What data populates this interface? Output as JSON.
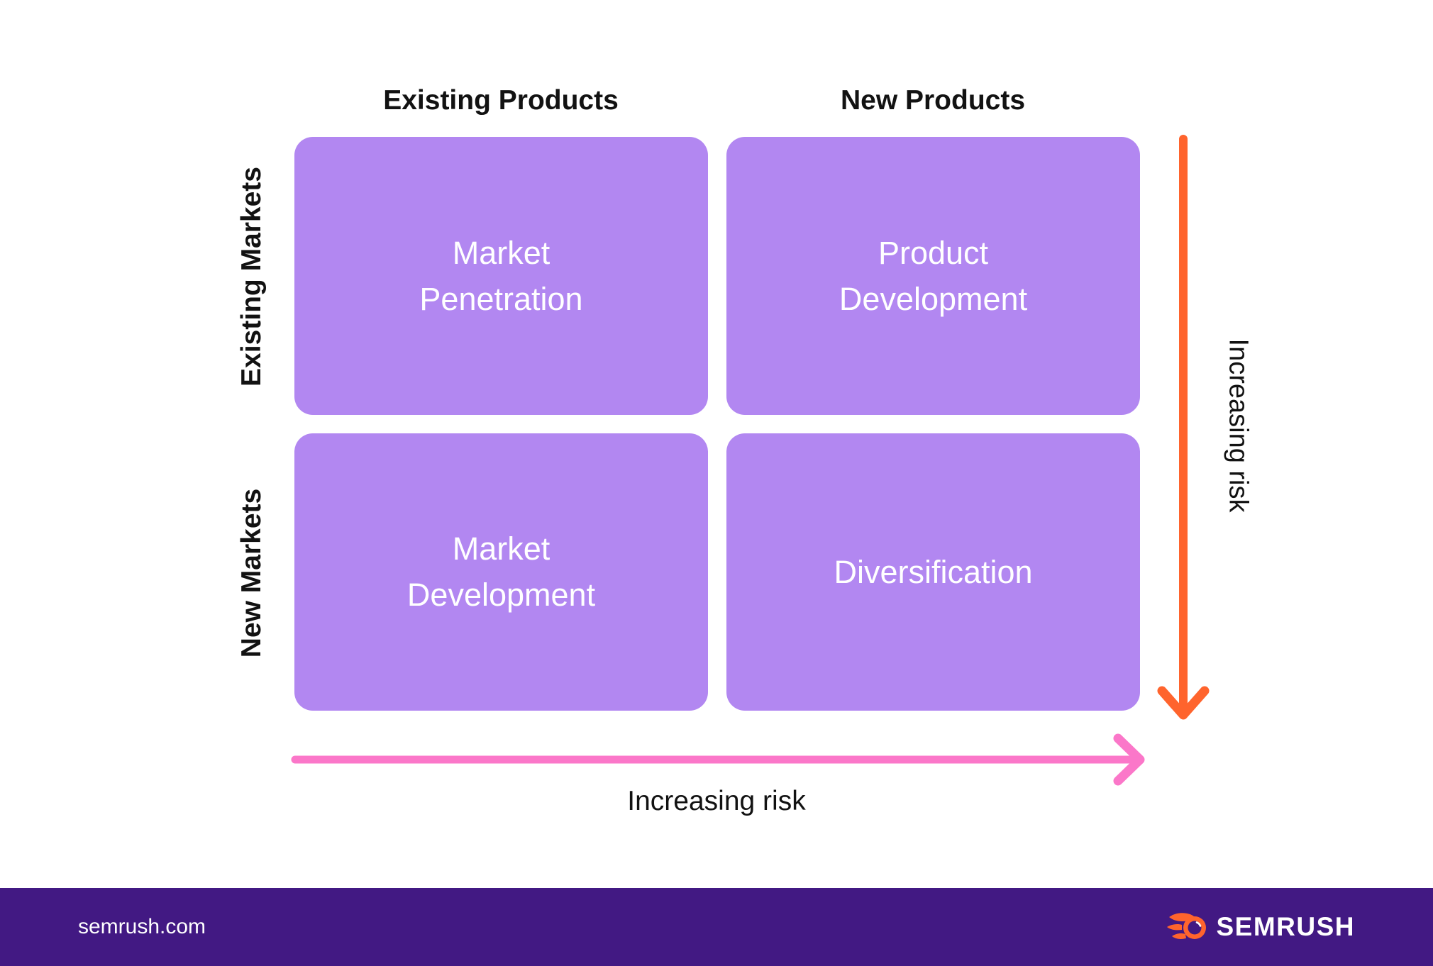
{
  "colors": {
    "quadrant_purple": "#B287F1",
    "footer_purple": "#421983",
    "arrow_orange": "#FF642D",
    "arrow_pink": "#FB77C9",
    "label_black": "#121212",
    "quadrant_text": "#FFFFFF"
  },
  "matrix": {
    "column_headers": [
      {
        "label": "Existing Products"
      },
      {
        "label": "New Products"
      }
    ],
    "row_headers": [
      {
        "label": "Existing Markets"
      },
      {
        "label": "New Markets"
      }
    ],
    "quadrants": [
      {
        "label": "Market Penetration"
      },
      {
        "label": "Product Development"
      },
      {
        "label": "Market Development"
      },
      {
        "label": "Diversification"
      }
    ]
  },
  "axes": {
    "vertical": {
      "label": "Increasing risk",
      "direction": "down"
    },
    "horizontal": {
      "label": "Increasing risk",
      "direction": "right"
    }
  },
  "footer": {
    "site": "semrush.com",
    "logo_text": "SEMRUSH",
    "logo_icon": "semrush-comet-icon"
  }
}
